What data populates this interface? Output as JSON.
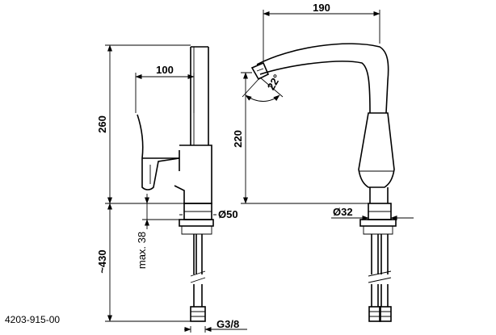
{
  "drawing": {
    "part_number": "4203-915-00",
    "dimensions": {
      "spout_reach": "190",
      "handle_reach": "100",
      "total_height": "260",
      "spout_height": "220",
      "spout_angle": "22°",
      "base_diameter": "Ø50",
      "spout_base_diameter": "Ø32",
      "max_thickness": "max. 38",
      "hose_length": "~430",
      "connection_thread": "G3/8"
    }
  }
}
